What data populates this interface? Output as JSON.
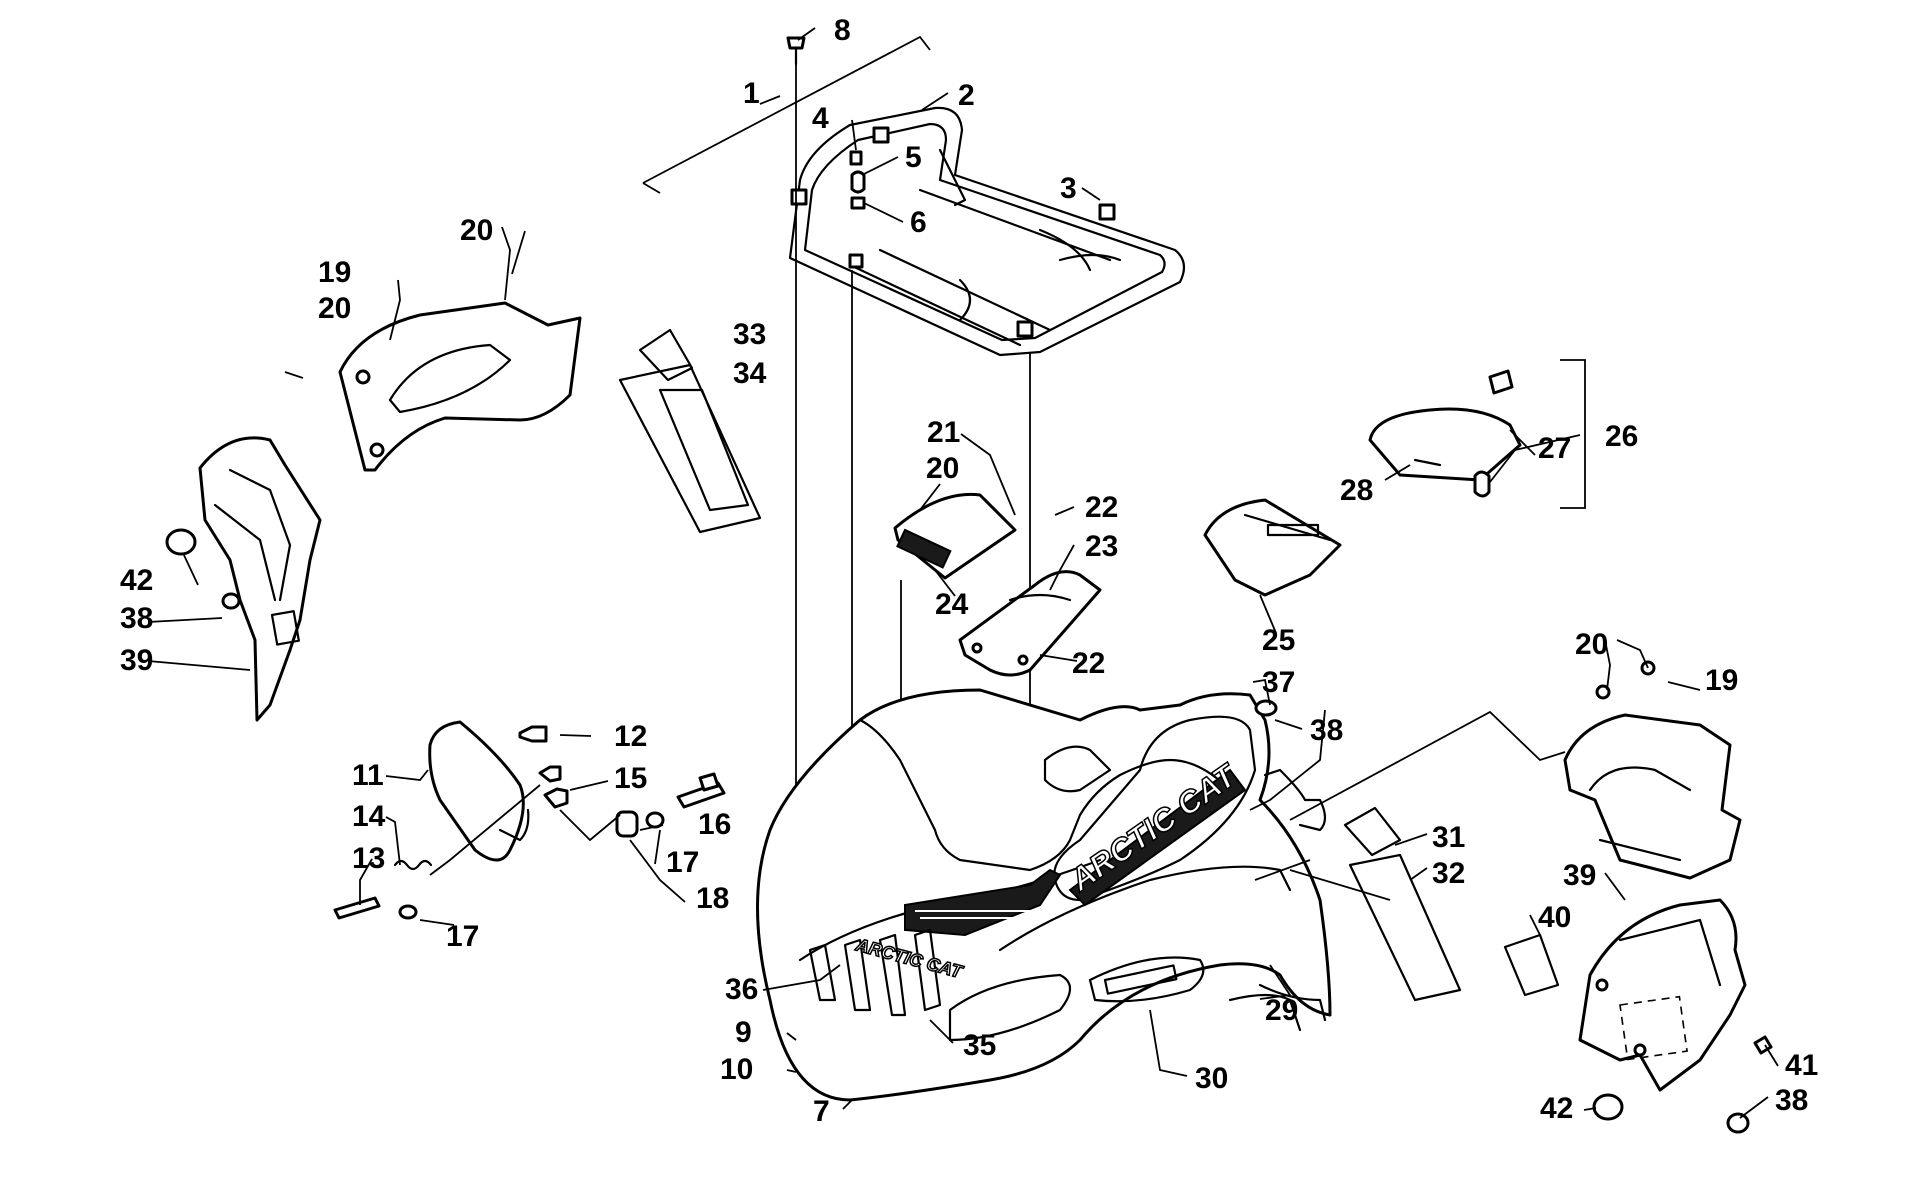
{
  "figure": {
    "brand_text": "ARCTIC CAT",
    "callouts": [
      {
        "id": "c1",
        "num": "1"
      },
      {
        "id": "c2",
        "num": "2"
      },
      {
        "id": "c3",
        "num": "3"
      },
      {
        "id": "c4",
        "num": "4"
      },
      {
        "id": "c5",
        "num": "5"
      },
      {
        "id": "c6",
        "num": "6"
      },
      {
        "id": "c7",
        "num": "7"
      },
      {
        "id": "c8",
        "num": "8"
      },
      {
        "id": "c9",
        "num": "9"
      },
      {
        "id": "c10",
        "num": "10"
      },
      {
        "id": "c11",
        "num": "11"
      },
      {
        "id": "c12",
        "num": "12"
      },
      {
        "id": "c13",
        "num": "13"
      },
      {
        "id": "c14",
        "num": "14"
      },
      {
        "id": "c15",
        "num": "15"
      },
      {
        "id": "c16",
        "num": "16"
      },
      {
        "id": "c17a",
        "num": "17"
      },
      {
        "id": "c17b",
        "num": "17"
      },
      {
        "id": "c18",
        "num": "18"
      },
      {
        "id": "c19a",
        "num": "19"
      },
      {
        "id": "c19b",
        "num": "19"
      },
      {
        "id": "c20a",
        "num": "20"
      },
      {
        "id": "c20b",
        "num": "20"
      },
      {
        "id": "c20c",
        "num": "20"
      },
      {
        "id": "c20d",
        "num": "20"
      },
      {
        "id": "c21",
        "num": "21"
      },
      {
        "id": "c22a",
        "num": "22"
      },
      {
        "id": "c22b",
        "num": "22"
      },
      {
        "id": "c23",
        "num": "23"
      },
      {
        "id": "c24",
        "num": "24"
      },
      {
        "id": "c25",
        "num": "25"
      },
      {
        "id": "c26",
        "num": "26"
      },
      {
        "id": "c27",
        "num": "27"
      },
      {
        "id": "c28",
        "num": "28"
      },
      {
        "id": "c29",
        "num": "29"
      },
      {
        "id": "c30",
        "num": "30"
      },
      {
        "id": "c31",
        "num": "31"
      },
      {
        "id": "c32",
        "num": "32"
      },
      {
        "id": "c33",
        "num": "33"
      },
      {
        "id": "c34",
        "num": "34"
      },
      {
        "id": "c35",
        "num": "35"
      },
      {
        "id": "c36",
        "num": "36"
      },
      {
        "id": "c37",
        "num": "37"
      },
      {
        "id": "c38a",
        "num": "38"
      },
      {
        "id": "c38b",
        "num": "38"
      },
      {
        "id": "c38c",
        "num": "38"
      },
      {
        "id": "c39a",
        "num": "39"
      },
      {
        "id": "c39b",
        "num": "39"
      },
      {
        "id": "c40",
        "num": "40"
      },
      {
        "id": "c41",
        "num": "41"
      },
      {
        "id": "c42a",
        "num": "42"
      },
      {
        "id": "c42b",
        "num": "42"
      }
    ]
  }
}
